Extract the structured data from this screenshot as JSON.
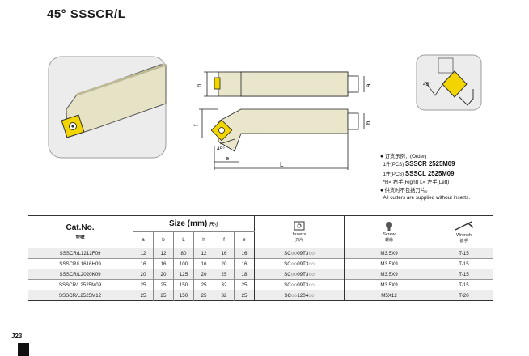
{
  "page": {
    "title": "45° SSSCR/L",
    "page_number": "J23"
  },
  "drawing": {
    "dims": {
      "h": "h",
      "a": "a",
      "f": "f",
      "b": "b",
      "angle": "45°",
      "e": "e",
      "L": "L"
    },
    "small_angle": "45°"
  },
  "order": {
    "label": "订货示例：(Order)",
    "lines": [
      {
        "qty": "1件(PCS)",
        "code": "SSSCR 2525M09"
      },
      {
        "qty": "1件(PCS)",
        "code": "SSSCL 2525M09"
      }
    ],
    "note_rl": "*R= 右手(Right)  L= 左手(Left)",
    "note_cn": "供货时不包括刀片。",
    "note_en": "All cutters are supplied without inserts."
  },
  "table": {
    "catno_header": "Cat.No.",
    "catno_sub": "型號",
    "size_header": "Size (mm)",
    "size_sub": "尺寸",
    "size_cols": [
      "a",
      "b",
      "L",
      "h",
      "f",
      "e"
    ],
    "inserts_header": "Inserts",
    "inserts_sub": "刀片",
    "screw_header": "Screw",
    "screw_sub": "螺絲",
    "wrench_header": "Wrench",
    "wrench_sub": "扳手",
    "rows": [
      {
        "cat": "SSSCR/L1212F09",
        "a": "12",
        "b": "12",
        "L": "80",
        "h": "12",
        "f": "16",
        "e": "16",
        "insert": "SC○○09T3○○",
        "screw": "M3.5X9",
        "wrench": "T-15"
      },
      {
        "cat": "SSSCR/L1616H09",
        "a": "16",
        "b": "16",
        "L": "100",
        "h": "16",
        "f": "20",
        "e": "16",
        "insert": "SC○○09T3○○",
        "screw": "M3.5X9",
        "wrench": "T-15"
      },
      {
        "cat": "SSSCR/L2020K09",
        "a": "20",
        "b": "20",
        "L": "125",
        "h": "20",
        "f": "25",
        "e": "18",
        "insert": "SC○○09T3○○",
        "screw": "M3.5X9",
        "wrench": "T-15"
      },
      {
        "cat": "SSSCR/L2525M09",
        "a": "25",
        "b": "25",
        "L": "150",
        "h": "25",
        "f": "32",
        "e": "25",
        "insert": "SC○○09T3○○",
        "screw": "M3.5X9",
        "wrench": "T-15"
      },
      {
        "cat": "SSSCR/L2525M12",
        "a": "25",
        "b": "25",
        "L": "150",
        "h": "25",
        "f": "32",
        "e": "25",
        "insert": "SC○○1204○○",
        "screw": "M5X12",
        "wrench": "T-20"
      }
    ]
  }
}
